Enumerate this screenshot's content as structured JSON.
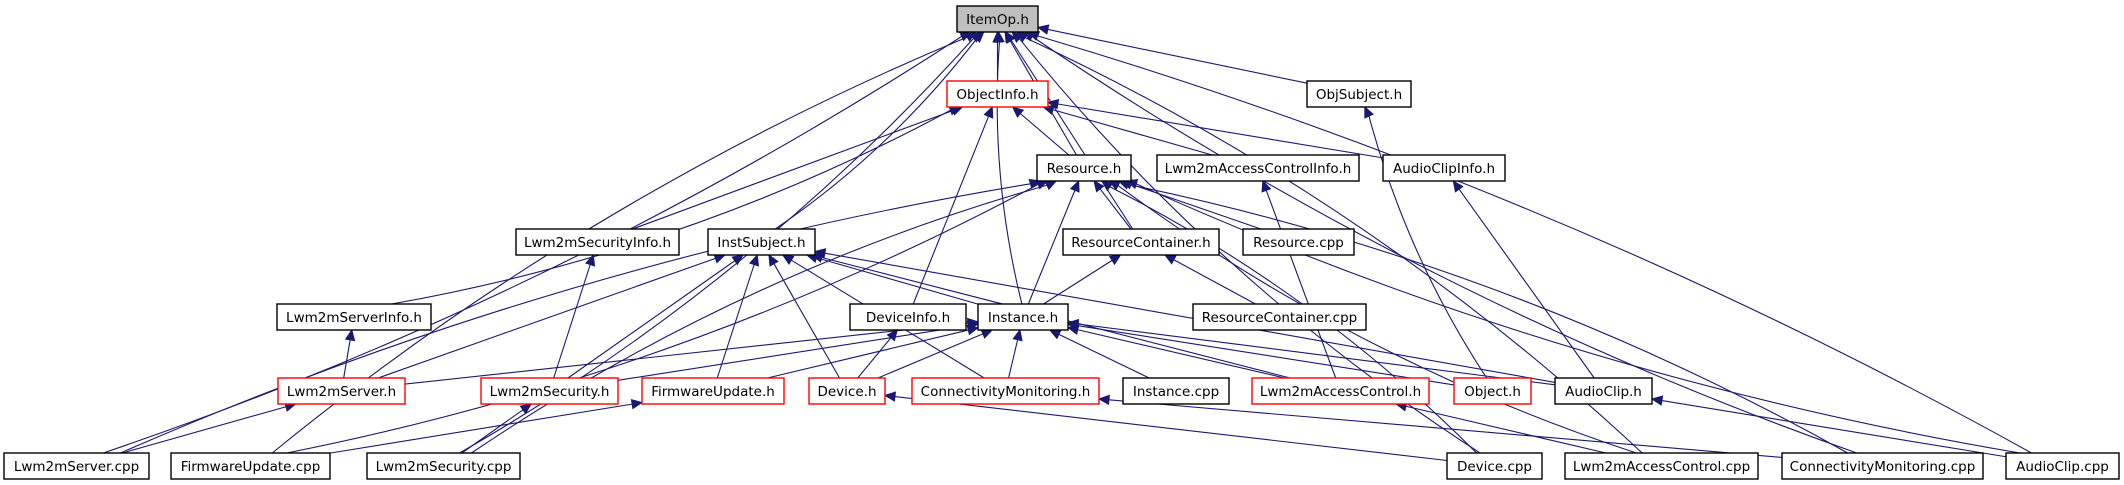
{
  "graph": {
    "title": "ItemOp.h include dependency graph",
    "colors": {
      "edge": "#191970",
      "root_fill": "#bfbfbf",
      "node_fill": "#ffffff",
      "node_border": "#000000",
      "truncated_border": "#ff0000"
    },
    "nodes": [
      {
        "id": "ItemOp.h",
        "label": "ItemOp.h",
        "style": "root"
      },
      {
        "id": "ObjectInfo.h",
        "label": "ObjectInfo.h",
        "style": "truncated"
      },
      {
        "id": "ObjSubject.h",
        "label": "ObjSubject.h",
        "style": "normal"
      },
      {
        "id": "Resource.h",
        "label": "Resource.h",
        "style": "normal"
      },
      {
        "id": "Lwm2mAccessControlInfo.h",
        "label": "Lwm2mAccessControlInfo.h",
        "style": "normal"
      },
      {
        "id": "AudioClipInfo.h",
        "label": "AudioClipInfo.h",
        "style": "normal"
      },
      {
        "id": "Lwm2mSecurityInfo.h",
        "label": "Lwm2mSecurityInfo.h",
        "style": "normal"
      },
      {
        "id": "InstSubject.h",
        "label": "InstSubject.h",
        "style": "normal"
      },
      {
        "id": "ResourceContainer.h",
        "label": "ResourceContainer.h",
        "style": "normal"
      },
      {
        "id": "Resource.cpp",
        "label": "Resource.cpp",
        "style": "normal"
      },
      {
        "id": "Lwm2mServerInfo.h",
        "label": "Lwm2mServerInfo.h",
        "style": "normal"
      },
      {
        "id": "DeviceInfo.h",
        "label": "DeviceInfo.h",
        "style": "normal"
      },
      {
        "id": "Instance.h",
        "label": "Instance.h",
        "style": "normal"
      },
      {
        "id": "ResourceContainer.cpp",
        "label": "ResourceContainer.cpp",
        "style": "normal"
      },
      {
        "id": "Lwm2mServer.h",
        "label": "Lwm2mServer.h",
        "style": "truncated"
      },
      {
        "id": "Lwm2mSecurity.h",
        "label": "Lwm2mSecurity.h",
        "style": "truncated"
      },
      {
        "id": "FirmwareUpdate.h",
        "label": "FirmwareUpdate.h",
        "style": "truncated"
      },
      {
        "id": "Device.h",
        "label": "Device.h",
        "style": "truncated"
      },
      {
        "id": "ConnectivityMonitoring.h",
        "label": "ConnectivityMonitoring.h",
        "style": "truncated"
      },
      {
        "id": "Instance.cpp",
        "label": "Instance.cpp",
        "style": "normal"
      },
      {
        "id": "Lwm2mAccessControl.h",
        "label": "Lwm2mAccessControl.h",
        "style": "truncated"
      },
      {
        "id": "Object.h",
        "label": "Object.h",
        "style": "truncated"
      },
      {
        "id": "AudioClip.h",
        "label": "AudioClip.h",
        "style": "normal"
      },
      {
        "id": "Lwm2mServer.cpp",
        "label": "Lwm2mServer.cpp",
        "style": "normal"
      },
      {
        "id": "FirmwareUpdate.cpp",
        "label": "FirmwareUpdate.cpp",
        "style": "normal"
      },
      {
        "id": "Lwm2mSecurity.cpp",
        "label": "Lwm2mSecurity.cpp",
        "style": "normal"
      },
      {
        "id": "Device.cpp",
        "label": "Device.cpp",
        "style": "normal"
      },
      {
        "id": "Lwm2mAccessControl.cpp",
        "label": "Lwm2mAccessControl.cpp",
        "style": "normal"
      },
      {
        "id": "ConnectivityMonitoring.cpp",
        "label": "ConnectivityMonitoring.cpp",
        "style": "normal"
      },
      {
        "id": "AudioClip.cpp",
        "label": "AudioClip.cpp",
        "style": "normal"
      }
    ],
    "edges": [
      {
        "from": "ObjectInfo.h",
        "to": "ItemOp.h"
      },
      {
        "from": "ObjSubject.h",
        "to": "ItemOp.h"
      },
      {
        "from": "Resource.h",
        "to": "ItemOp.h"
      },
      {
        "from": "Resource.h",
        "to": "ObjectInfo.h"
      },
      {
        "from": "InstSubject.h",
        "to": "ItemOp.h"
      },
      {
        "from": "ResourceContainer.h",
        "to": "ItemOp.h"
      },
      {
        "from": "ResourceContainer.h",
        "to": "Resource.h"
      },
      {
        "from": "Instance.h",
        "to": "ItemOp.h"
      },
      {
        "from": "Instance.h",
        "to": "Resource.h"
      },
      {
        "from": "Instance.h",
        "to": "InstSubject.h"
      },
      {
        "from": "Instance.h",
        "to": "ResourceContainer.h"
      },
      {
        "from": "Lwm2mAccessControlInfo.h",
        "to": "ObjectInfo.h"
      },
      {
        "from": "AudioClipInfo.h",
        "to": "ObjectInfo.h"
      },
      {
        "from": "Lwm2mSecurityInfo.h",
        "to": "ObjectInfo.h"
      },
      {
        "from": "Lwm2mServerInfo.h",
        "to": "ObjectInfo.h"
      },
      {
        "from": "DeviceInfo.h",
        "to": "ObjectInfo.h"
      },
      {
        "from": "Resource.cpp",
        "to": "Resource.h"
      },
      {
        "from": "ResourceContainer.cpp",
        "to": "ResourceContainer.h"
      },
      {
        "from": "Lwm2mServer.h",
        "to": "Lwm2mServerInfo.h"
      },
      {
        "from": "Lwm2mServer.h",
        "to": "InstSubject.h"
      },
      {
        "from": "Lwm2mServer.h",
        "to": "Instance.h"
      },
      {
        "from": "Lwm2mSecurity.h",
        "to": "Lwm2mSecurityInfo.h"
      },
      {
        "from": "Lwm2mSecurity.h",
        "to": "InstSubject.h"
      },
      {
        "from": "Lwm2mSecurity.h",
        "to": "Instance.h"
      },
      {
        "from": "FirmwareUpdate.h",
        "to": "InstSubject.h"
      },
      {
        "from": "FirmwareUpdate.h",
        "to": "Instance.h"
      },
      {
        "from": "Device.h",
        "to": "DeviceInfo.h"
      },
      {
        "from": "Device.h",
        "to": "InstSubject.h"
      },
      {
        "from": "Device.h",
        "to": "Instance.h"
      },
      {
        "from": "ConnectivityMonitoring.h",
        "to": "InstSubject.h"
      },
      {
        "from": "ConnectivityMonitoring.h",
        "to": "Instance.h"
      },
      {
        "from": "Instance.cpp",
        "to": "Instance.h"
      },
      {
        "from": "Lwm2mAccessControl.h",
        "to": "Lwm2mAccessControlInfo.h"
      },
      {
        "from": "Lwm2mAccessControl.h",
        "to": "InstSubject.h"
      },
      {
        "from": "Lwm2mAccessControl.h",
        "to": "Instance.h"
      },
      {
        "from": "Object.h",
        "to": "ObjSubject.h"
      },
      {
        "from": "Object.h",
        "to": "Instance.h"
      },
      {
        "from": "AudioClip.h",
        "to": "AudioClipInfo.h"
      },
      {
        "from": "AudioClip.h",
        "to": "InstSubject.h"
      },
      {
        "from": "AudioClip.h",
        "to": "Instance.h"
      },
      {
        "from": "Lwm2mServer.cpp",
        "to": "ItemOp.h"
      },
      {
        "from": "Lwm2mServer.cpp",
        "to": "Resource.h"
      },
      {
        "from": "Lwm2mServer.cpp",
        "to": "Lwm2mServer.h"
      },
      {
        "from": "FirmwareUpdate.cpp",
        "to": "ItemOp.h"
      },
      {
        "from": "FirmwareUpdate.cpp",
        "to": "Resource.h"
      },
      {
        "from": "FirmwareUpdate.cpp",
        "to": "FirmwareUpdate.h"
      },
      {
        "from": "Lwm2mSecurity.cpp",
        "to": "ItemOp.h"
      },
      {
        "from": "Lwm2mSecurity.cpp",
        "to": "Resource.h"
      },
      {
        "from": "Lwm2mSecurity.cpp",
        "to": "Lwm2mSecurity.h"
      },
      {
        "from": "Device.cpp",
        "to": "ItemOp.h"
      },
      {
        "from": "Device.cpp",
        "to": "Resource.h"
      },
      {
        "from": "Device.cpp",
        "to": "Device.h"
      },
      {
        "from": "Lwm2mAccessControl.cpp",
        "to": "ItemOp.h"
      },
      {
        "from": "Lwm2mAccessControl.cpp",
        "to": "Resource.h"
      },
      {
        "from": "Lwm2mAccessControl.cpp",
        "to": "Lwm2mAccessControl.h"
      },
      {
        "from": "ConnectivityMonitoring.cpp",
        "to": "ItemOp.h"
      },
      {
        "from": "ConnectivityMonitoring.cpp",
        "to": "Resource.h"
      },
      {
        "from": "ConnectivityMonitoring.cpp",
        "to": "ConnectivityMonitoring.h"
      },
      {
        "from": "AudioClip.cpp",
        "to": "ItemOp.h"
      },
      {
        "from": "AudioClip.cpp",
        "to": "Resource.h"
      },
      {
        "from": "AudioClip.cpp",
        "to": "AudioClip.h"
      }
    ]
  }
}
